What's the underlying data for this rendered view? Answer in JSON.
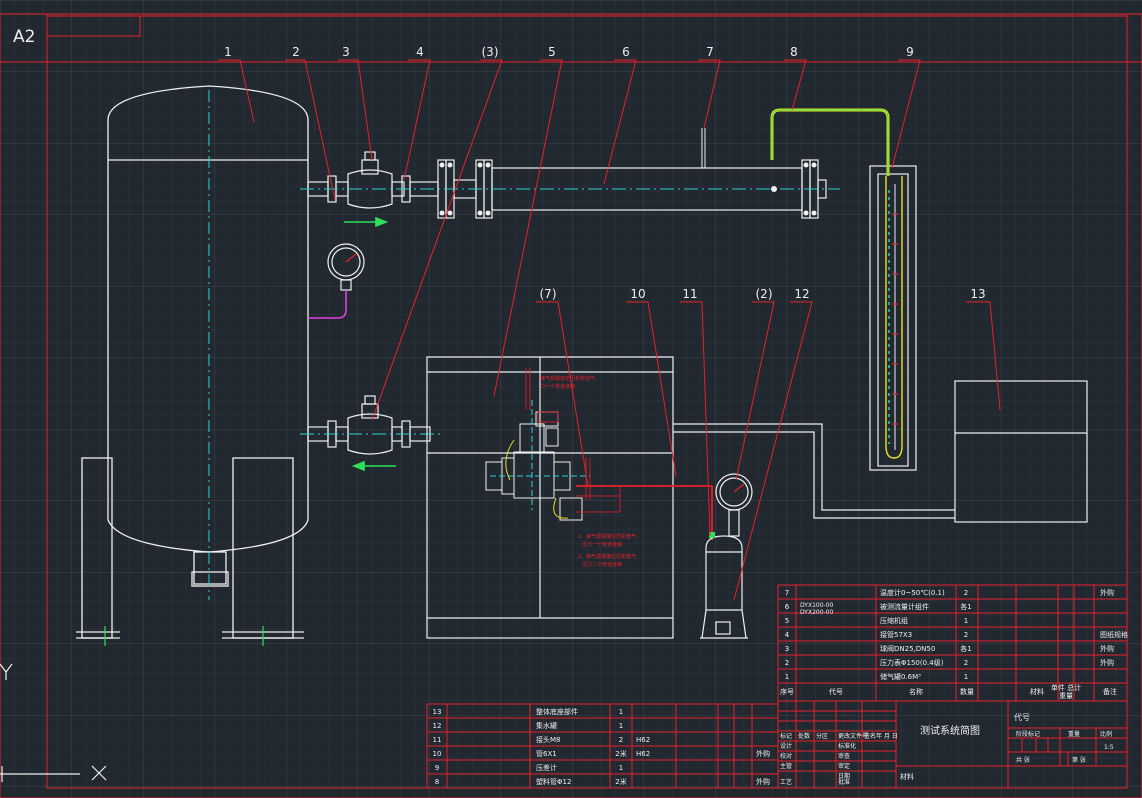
{
  "sheet_size": "A2",
  "callouts": [
    "1",
    "2",
    "3",
    "4",
    "(3)",
    "5",
    "6",
    "7",
    "8",
    "9",
    "(7)",
    "10",
    "11",
    "(2)",
    "12",
    "13"
  ],
  "annotations": {
    "note_top_1": "接气源或接空压机管线气",
    "note_top_2": "口一个管道连接",
    "note_mid_1": "1、接气源或接空压机管气",
    "note_mid_2": "压力一个管道连接",
    "note_mid_3": "2、接气源或接空压机管气",
    "note_mid_4": "压力二个管道连接"
  },
  "parts_table": {
    "rows": [
      {
        "no": "7",
        "code": "",
        "name": "温度计0~50℃(0.1)",
        "qty": "2",
        "material": "",
        "note": "外购"
      },
      {
        "no": "6",
        "code": "DYX100-00\nDYX200-00",
        "name": "被测流量计组件",
        "qty": "各1",
        "material": "",
        "note": ""
      },
      {
        "no": "5",
        "code": "",
        "name": "压缩机组",
        "qty": "1",
        "material": "",
        "note": ""
      },
      {
        "no": "4",
        "code": "",
        "name": "接管57X3",
        "qty": "2",
        "material": "",
        "note": "图纸规格"
      },
      {
        "no": "3",
        "code": "",
        "name": "球阀DN25,DN50",
        "qty": "各1",
        "material": "",
        "note": "外购"
      },
      {
        "no": "2",
        "code": "",
        "name": "压力表Φ150(0.4级)",
        "qty": "2",
        "material": "",
        "note": "外购"
      },
      {
        "no": "1",
        "code": "",
        "name": "储气罐0.6M³",
        "qty": "1",
        "material": "",
        "note": ""
      }
    ],
    "header": {
      "no": "序号",
      "code": "代号",
      "name": "名称",
      "qty": "数量",
      "material": "材料",
      "weight": "单件 总计",
      "weight_unit": "重量",
      "note": "备注"
    }
  },
  "parts_table_left": {
    "rows": [
      {
        "no": "13",
        "name": "整体底座部件",
        "qty": "1",
        "material": "",
        "note": ""
      },
      {
        "no": "12",
        "name": "集水罐",
        "qty": "1",
        "material": "",
        "note": ""
      },
      {
        "no": "11",
        "name": "接头M8",
        "qty": "2",
        "material": "H62",
        "note": ""
      },
      {
        "no": "10",
        "name": "管6X1",
        "qty": "2米",
        "material": "H62",
        "note": "外购"
      },
      {
        "no": "9",
        "name": "压差计",
        "qty": "1",
        "material": "",
        "note": ""
      },
      {
        "no": "8",
        "name": "塑料管Φ12",
        "qty": "2米",
        "material": "",
        "note": "外购"
      }
    ]
  },
  "title_block": {
    "drawing_name": "测试系统简图",
    "code_label": "代号",
    "material_label": "材料",
    "labels_left": [
      "标记",
      "处数",
      "分区",
      "更改文件号",
      "签名",
      "年 月 日"
    ],
    "roles": [
      "设计",
      "标准化",
      "校对",
      "审查",
      "主管",
      "审定",
      "工艺",
      "批准",
      "日期"
    ],
    "right_labels": [
      "阶段标记",
      "重量",
      "比例",
      "共  张",
      "第  张"
    ],
    "scale": "1:5"
  },
  "colors": {
    "background": "#212830",
    "line_white": "#f0f0f0",
    "line_red": "#e8202a",
    "line_cyan": "#2ad4d4",
    "line_green": "#2ee05a",
    "line_yellow": "#e8e020",
    "line_magenta": "#e040e0",
    "grid": "#3a434d"
  }
}
